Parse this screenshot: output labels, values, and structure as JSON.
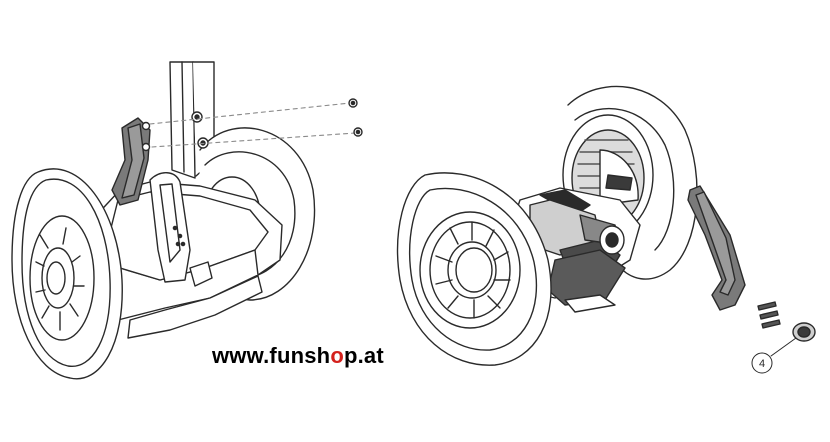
{
  "watermark": {
    "before": "www.funsh",
    "highlight": "o",
    "after": "p.at"
  },
  "callouts": [
    {
      "label": "4"
    }
  ],
  "colors": {
    "line": "#2a2a2a",
    "watermark_accent": "#d4201c",
    "dashed": "#8a8a8a",
    "part_fill": "#6a6a6a"
  }
}
